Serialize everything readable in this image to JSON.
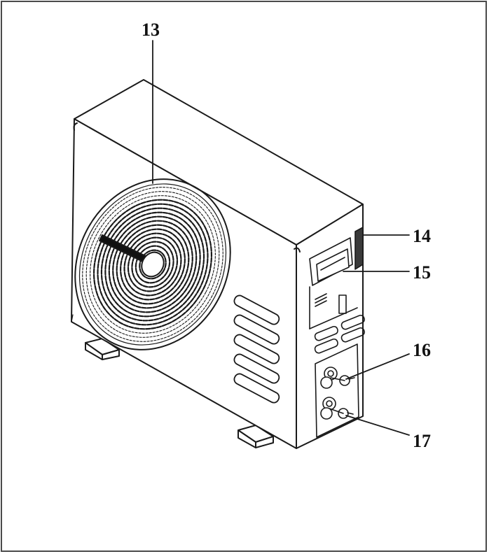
{
  "figure": {
    "subject": "outdoor-unit-part-diagram",
    "line_color": "#1a1a1a",
    "callouts": [
      {
        "id": "13",
        "label": "13"
      },
      {
        "id": "14",
        "label": "14"
      },
      {
        "id": "15",
        "label": "15"
      },
      {
        "id": "16",
        "label": "16"
      },
      {
        "id": "17",
        "label": "17"
      }
    ]
  }
}
